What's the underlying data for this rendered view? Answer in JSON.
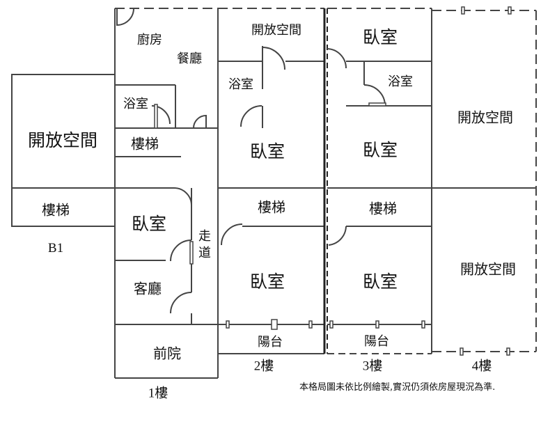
{
  "floor_labels": {
    "b1": "B1",
    "f1": "1樓",
    "f2": "2樓",
    "f3": "3樓",
    "f4": "4樓"
  },
  "rooms": {
    "b1_open": "開放空間",
    "b1_stairs": "樓梯",
    "f1_kitchen": "廚房",
    "f1_dining": "餐廳",
    "f1_bath": "浴室",
    "f1_stairs": "樓梯",
    "f1_bedroom": "臥室",
    "f1_corridor": "走道",
    "f1_living": "客廳",
    "f1_front_yard": "前院",
    "f2_open": "開放空間",
    "f2_bath": "浴室",
    "f2_bedroom_upper": "臥室",
    "f2_stairs": "樓梯",
    "f2_bedroom_lower": "臥室",
    "f2_balcony": "陽台",
    "f3_bedroom_top": "臥室",
    "f3_bath": "浴室",
    "f3_bedroom_mid": "臥室",
    "f3_stairs": "樓梯",
    "f3_bedroom_lower": "臥室",
    "f3_balcony": "陽台",
    "f4_open_upper": "開放空間",
    "f4_open_lower": "開放空間"
  },
  "disclaimer": "本格局圖未依比例繪製,實況仍須依房屋現況為準."
}
